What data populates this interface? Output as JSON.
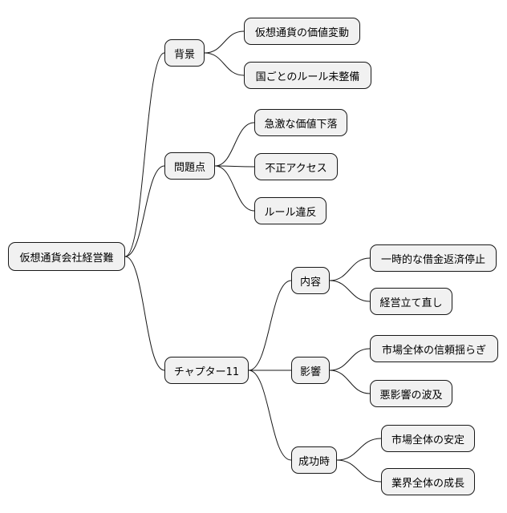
{
  "mindmap": {
    "root": "仮想通貨会社経営難",
    "branches": [
      {
        "label": "背景",
        "children": [
          "仮想通貨の価値変動",
          "国ごとのルール未整備"
        ]
      },
      {
        "label": "問題点",
        "children": [
          "急激な価値下落",
          "不正アクセス",
          "ルール違反"
        ]
      },
      {
        "label": "チャプター11",
        "children": [
          {
            "label": "内容",
            "children": [
              "一時的な借金返済停止",
              "経営立て直し"
            ]
          },
          {
            "label": "影響",
            "children": [
              "市場全体の信頼揺らぎ",
              "悪影響の波及"
            ]
          },
          {
            "label": "成功時",
            "children": [
              "市場全体の安定",
              "業界全体の成長"
            ]
          }
        ]
      }
    ]
  }
}
